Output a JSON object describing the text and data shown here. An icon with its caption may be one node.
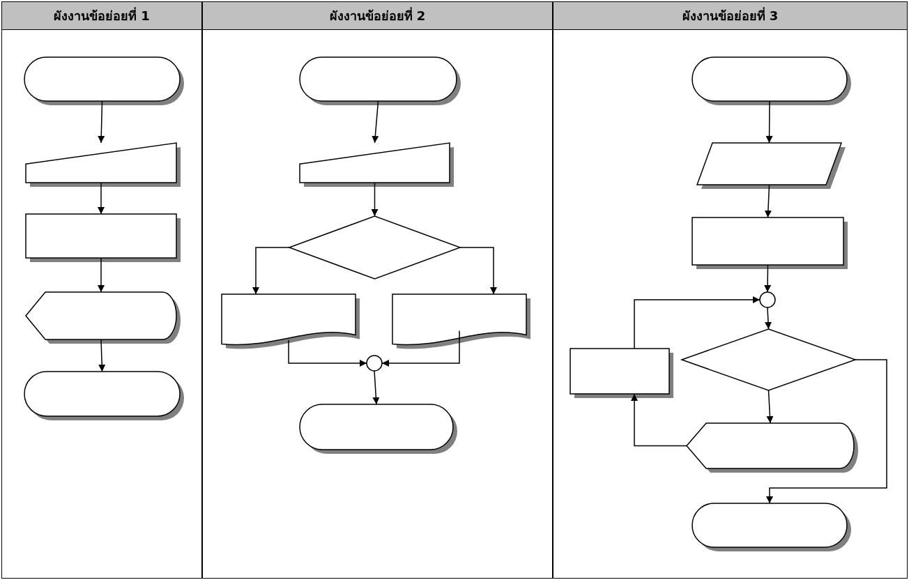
{
  "diagram": {
    "nodes": [
      {
        "text": [
          "ผังงานข้อย่อยที่ 1"
        ]
      },
      {
        "text": [],
        "shape": "terminal",
        "in": 0
      },
      {
        "text": [],
        "shape": "trapezoid",
        "in": 0
      },
      {
        "text": [],
        "shape": "box",
        "in": 0
      },
      {
        "text": [],
        "shape": "display",
        "in": 0
      },
      {
        "text": [],
        "shape": "terminal",
        "in": 0
      },
      {
        "text": [
          "ผังงานข้อย่อยที่ 2"
        ]
      },
      {
        "text": [],
        "shape": "terminal",
        "in": 6
      },
      {
        "text": [],
        "shape": "trapezoid",
        "in": 6
      },
      {
        "text": [],
        "shape": "diamond",
        "in": 6
      },
      {
        "text": [],
        "shape": "document",
        "in": 6
      },
      {
        "text": [],
        "shape": "document",
        "in": 6
      },
      {
        "text": [],
        "shape": "circle",
        "in": 6
      },
      {
        "text": [],
        "shape": "terminal",
        "in": 6
      },
      {
        "text": [
          "ผังงานข้อย่อยที่ 3"
        ]
      },
      {
        "text": [],
        "shape": "terminal",
        "in": 14
      },
      {
        "text": [],
        "shape": "parallelogram",
        "in": 14
      },
      {
        "text": [],
        "shape": "box",
        "in": 14
      },
      {
        "text": [],
        "shape": "circle",
        "in": 14
      },
      {
        "text": [],
        "shape": "diamond",
        "in": 14
      },
      {
        "text": [],
        "shape": "box",
        "in": 14
      },
      {
        "text": [],
        "shape": "display",
        "in": 14
      },
      {
        "text": [],
        "shape": "terminal",
        "in": 14
      }
    ],
    "edges": [
      {
        "from": 1,
        "to": 2,
        "arrow": "to"
      },
      {
        "from": 2,
        "to": 3,
        "arrow": "to"
      },
      {
        "from": 3,
        "to": 4,
        "arrow": "to"
      },
      {
        "from": 4,
        "to": 5,
        "arrow": "to"
      },
      {
        "from": 7,
        "to": 8,
        "arrow": "to"
      },
      {
        "from": 8,
        "to": 9,
        "arrow": "to"
      },
      {
        "from": 9,
        "to": 10,
        "arrow": "to"
      },
      {
        "from": 9,
        "to": 11,
        "arrow": "to"
      },
      {
        "from": 10,
        "to": 12,
        "arrow": "to"
      },
      {
        "from": 11,
        "to": 12,
        "arrow": "to"
      },
      {
        "from": 12,
        "to": 13,
        "arrow": "to"
      },
      {
        "from": 15,
        "to": 16,
        "arrow": "to"
      },
      {
        "from": 16,
        "to": 17,
        "arrow": "to"
      },
      {
        "from": 17,
        "to": 18,
        "arrow": "to"
      },
      {
        "from": 18,
        "to": 19,
        "arrow": "to"
      },
      {
        "from": 19,
        "to": 21,
        "arrow": "to"
      },
      {
        "from": 21,
        "to": 20,
        "arrow": "to"
      },
      {
        "from": 20,
        "to": 18,
        "arrow": "to"
      },
      {
        "from": 19,
        "to": 22,
        "arrow": "to"
      }
    ]
  }
}
